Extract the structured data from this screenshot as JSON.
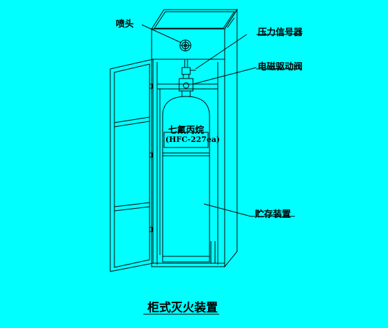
{
  "colors": {
    "background": "#00FFFF",
    "stroke": "#000000"
  },
  "labels": {
    "nozzle": "喷头",
    "pressure_signal": "压力信号器",
    "solenoid": "电磁驱动阀",
    "storage": "贮存装置"
  },
  "cylinder": {
    "agent_name": "七氟丙烷",
    "agent_formula": "(HFC-227ea)"
  },
  "caption": "柜式灭火装置"
}
